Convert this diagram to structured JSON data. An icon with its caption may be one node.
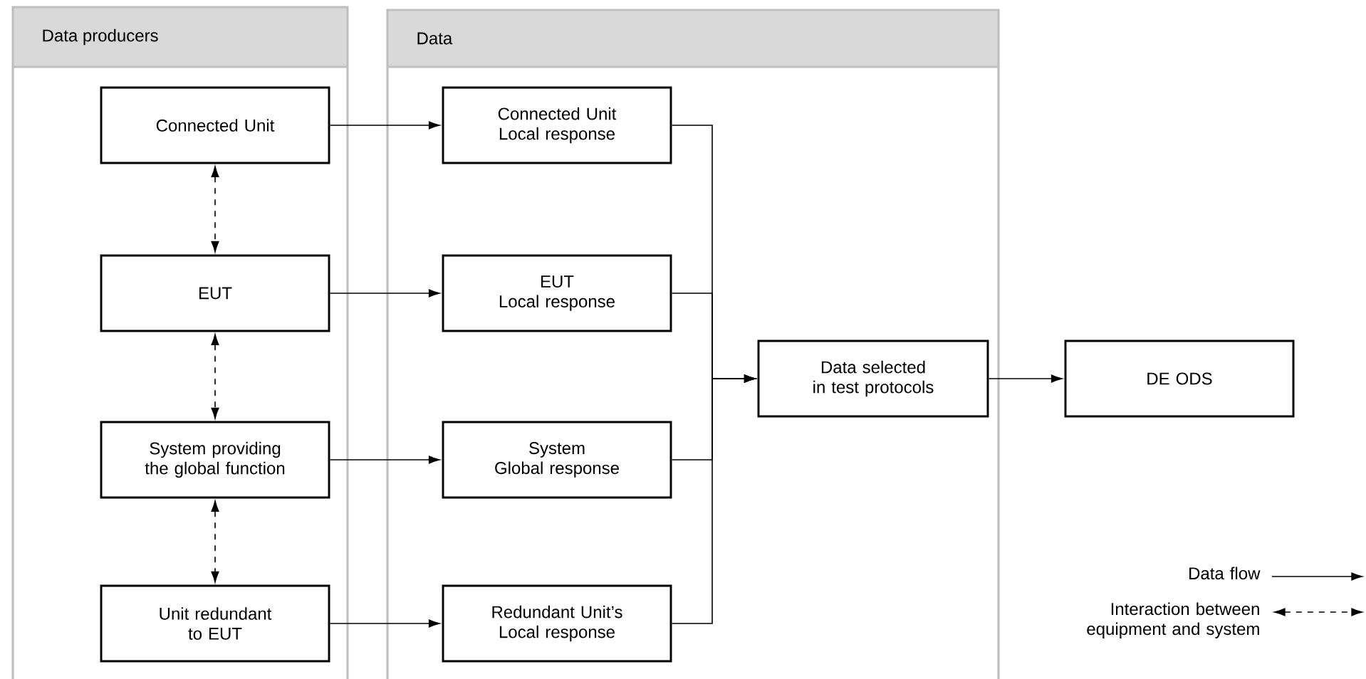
{
  "diagram": {
    "nodes": [
      {
        "text": [
          "Data producers"
        ]
      },
      {
        "text": [
          "Data"
        ]
      },
      {
        "text": [
          "Connected Unit"
        ],
        "in": 0
      },
      {
        "text": [
          "EUT"
        ],
        "in": 0
      },
      {
        "text": [
          "System providing the global function"
        ],
        "in": 0
      },
      {
        "text": [
          "Unit redundant to EUT"
        ],
        "in": 0
      },
      {
        "text": [
          "Connected Unit",
          "Local response"
        ],
        "in": 1
      },
      {
        "text": [
          "EUT",
          "Local response"
        ],
        "in": 1
      },
      {
        "text": [
          "System",
          "Global response"
        ],
        "in": 1
      },
      {
        "text": [
          "Redundant Unit’s",
          "Local response"
        ],
        "in": 1
      },
      {
        "text": [
          "Data selected in test protocols"
        ],
        "in": 1
      },
      {
        "text": [
          "DE ODS"
        ]
      }
    ],
    "edges": [
      {
        "from": 2,
        "to": 6,
        "arrow": "to"
      },
      {
        "from": 3,
        "to": 7,
        "arrow": "to"
      },
      {
        "from": 4,
        "to": 8,
        "arrow": "to"
      },
      {
        "from": 5,
        "to": 9,
        "arrow": "to"
      },
      {
        "from": 6,
        "to": 10,
        "arrow": "to"
      },
      {
        "from": 7,
        "to": 10,
        "arrow": "to"
      },
      {
        "from": 8,
        "to": 10,
        "arrow": "to"
      },
      {
        "from": 9,
        "to": 10,
        "arrow": "to"
      },
      {
        "from": 10,
        "to": 11,
        "arrow": "to"
      },
      {
        "from": 2,
        "to": 3,
        "arrow": "both",
        "style": "dashed"
      },
      {
        "from": 3,
        "to": 4,
        "arrow": "both",
        "style": "dashed"
      },
      {
        "from": 4,
        "to": 5,
        "arrow": "both",
        "style": "dashed"
      }
    ],
    "legend": [
      {
        "text": "Data flow"
      },
      {
        "text": "Interaction between equipment and system"
      }
    ]
  }
}
